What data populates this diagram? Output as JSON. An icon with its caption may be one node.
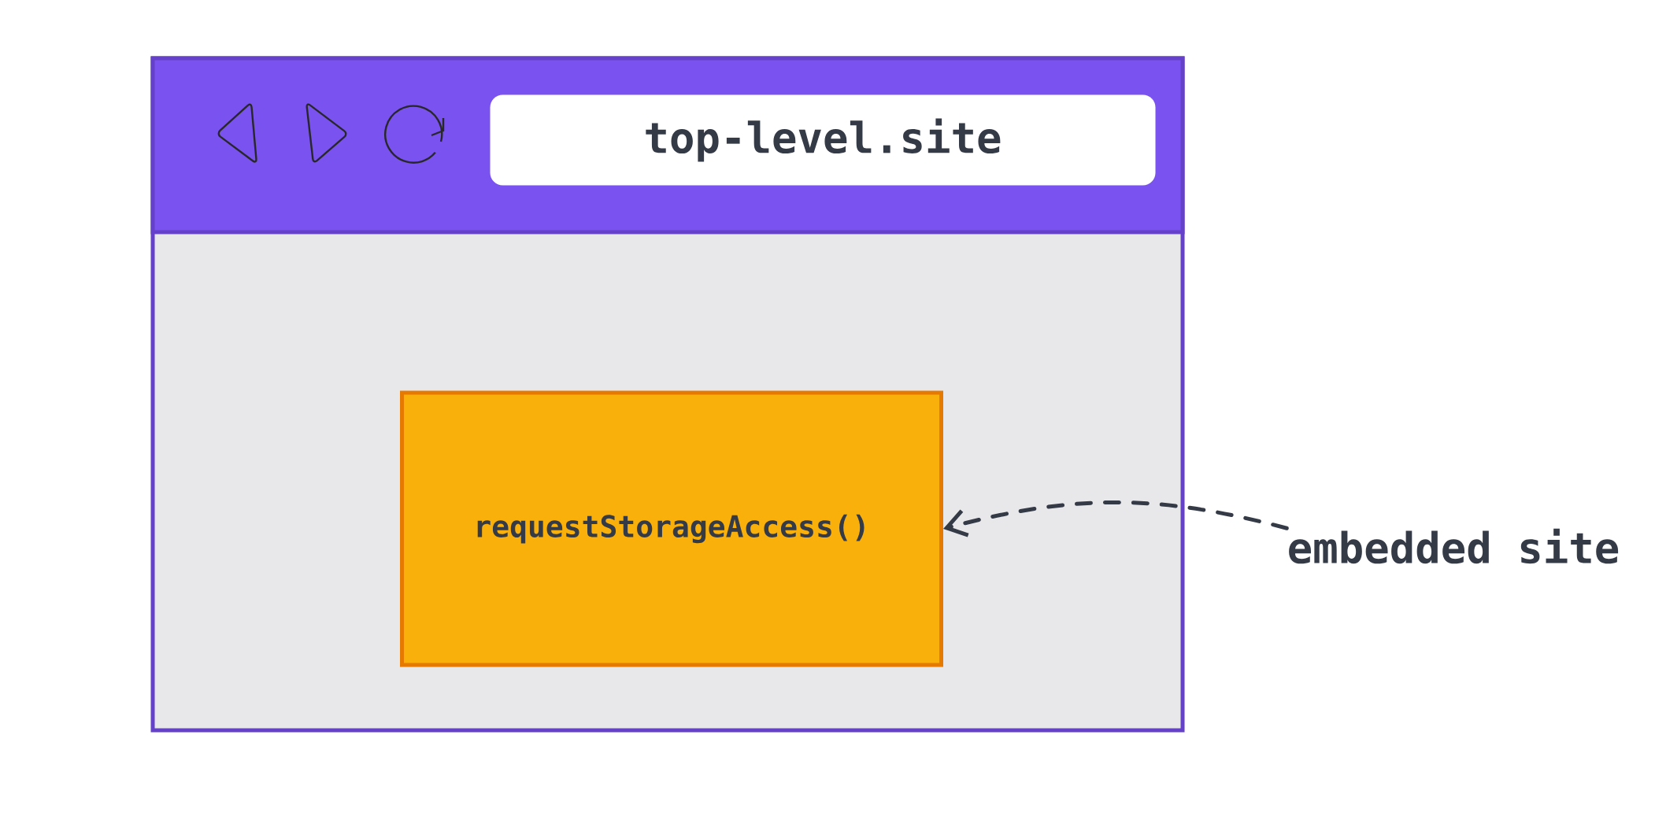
{
  "diagram": {
    "nodes": [
      {
        "text": [],
        "shape": "box"
      },
      {
        "text": [
          "top-level.site"
        ],
        "in": 0
      },
      {
        "text": [
          "requestStorageAccess()"
        ],
        "in": 0
      },
      {
        "text": [
          "embedded site"
        ]
      }
    ],
    "edges": [
      {
        "from": 3,
        "to": 2,
        "arrow": "to",
        "style": "dashed"
      }
    ]
  }
}
